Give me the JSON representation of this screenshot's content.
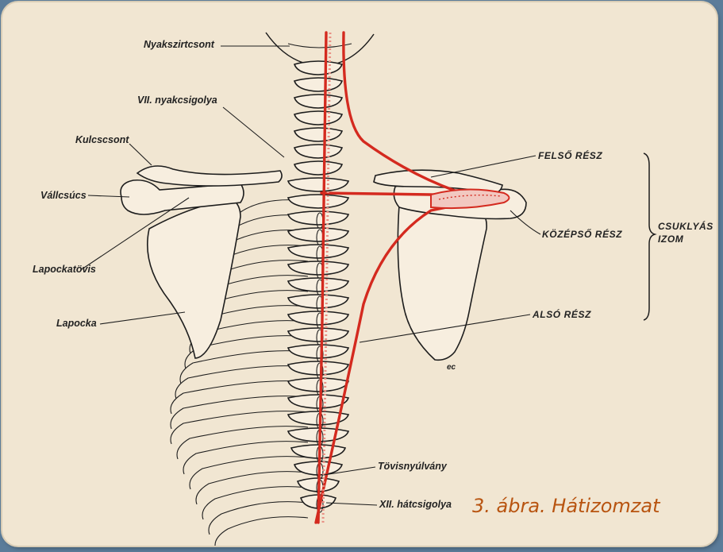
{
  "labels": {
    "nyakszirtcsont": "Nyakszirtcsont",
    "vii_nyakcsigolya": "VII. nyakcsigolya",
    "kulcscsont": "Kulcscsont",
    "vallcsucs": "Vállcsúcs",
    "lapockatovis": "Lapockatövis",
    "lapocka": "Lapocka",
    "tovisnyulvany": "Tövisnyúlvány",
    "xii_hatcsigolya": "XII. hátcsigolya",
    "felso_resz": "FELSŐ RÉSZ",
    "kozepso_resz": "KÖZÉPSŐ RÉSZ",
    "also_resz": "ALSÓ RÉSZ",
    "csuklyas_line1": "CSUKLYÁS",
    "csuklyas_line2": "IZOM",
    "signature": "ec"
  },
  "caption": "3. ábra. Hátizomzat",
  "colors": {
    "card": "#f1e6d2",
    "frame": "#5b7c9a",
    "muscle": "#d42a1f",
    "caption": "#b85410",
    "ink": "#1d1d1d"
  }
}
